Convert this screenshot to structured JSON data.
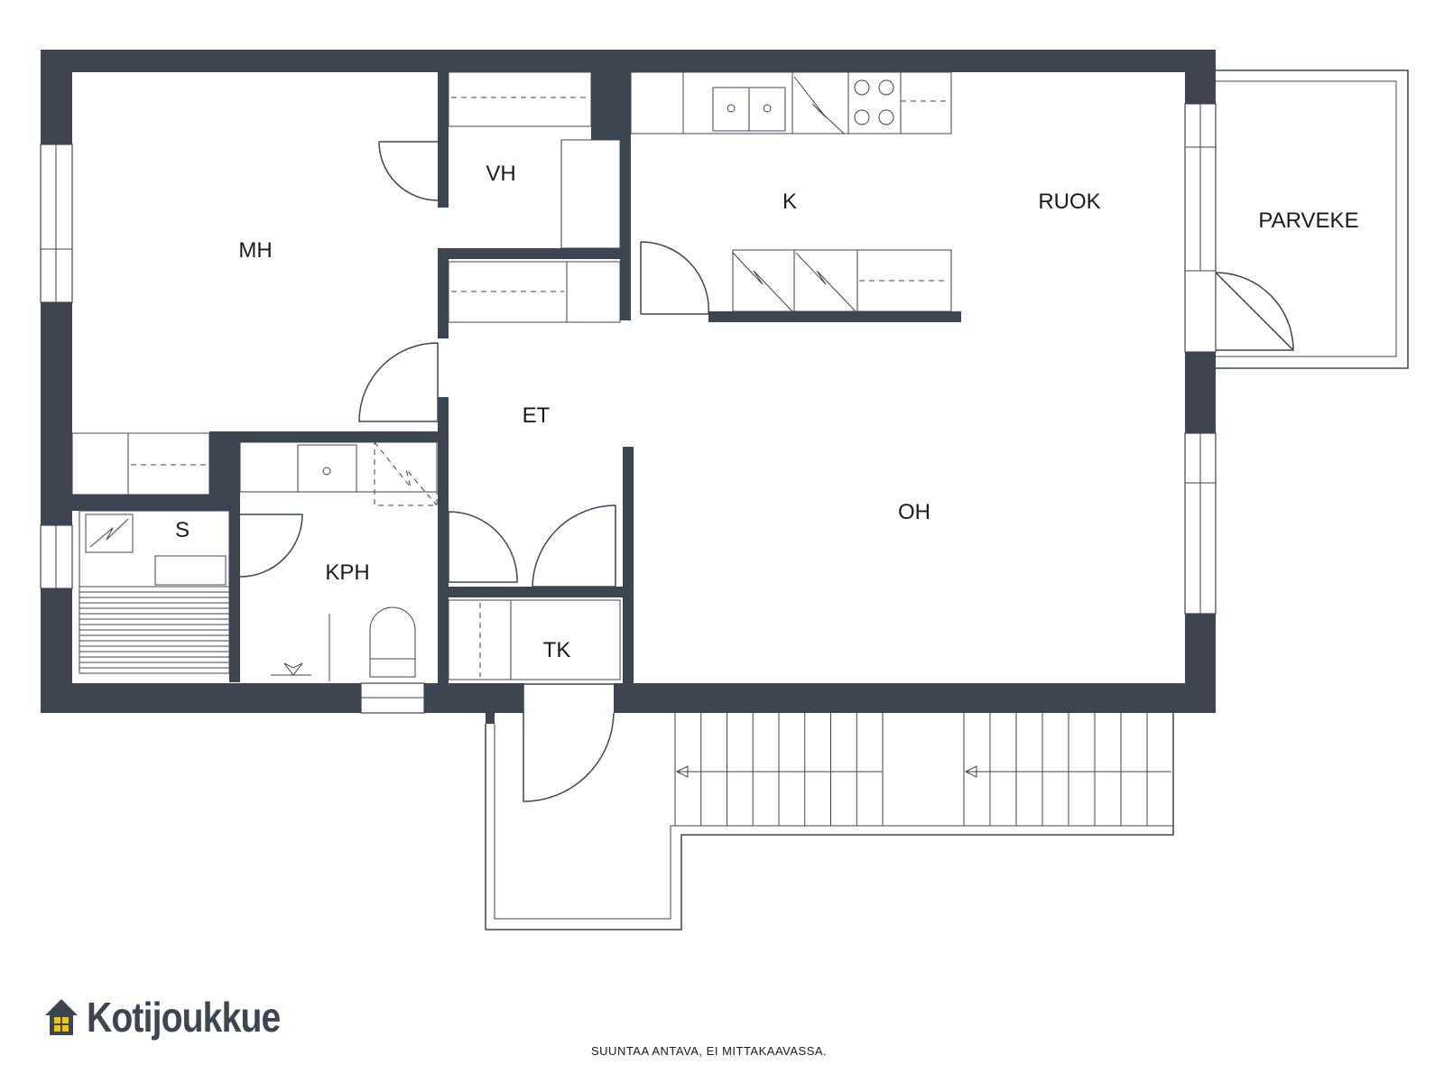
{
  "rooms": {
    "mh": "MH",
    "vh": "VH",
    "k": "K",
    "ruok": "RUOK",
    "parveke": "PARVEKE",
    "et": "ET",
    "oh": "OH",
    "s": "S",
    "kph": "KPH",
    "tk": "TK"
  },
  "brand": {
    "name": "Kotijoukkue",
    "logo_icon": "house-icon",
    "accent_color": "#f2c500",
    "wall_color": "#3d4650"
  },
  "disclaimer": "SUUNTAA ANTAVA, EI MITTAKAAVASSA."
}
